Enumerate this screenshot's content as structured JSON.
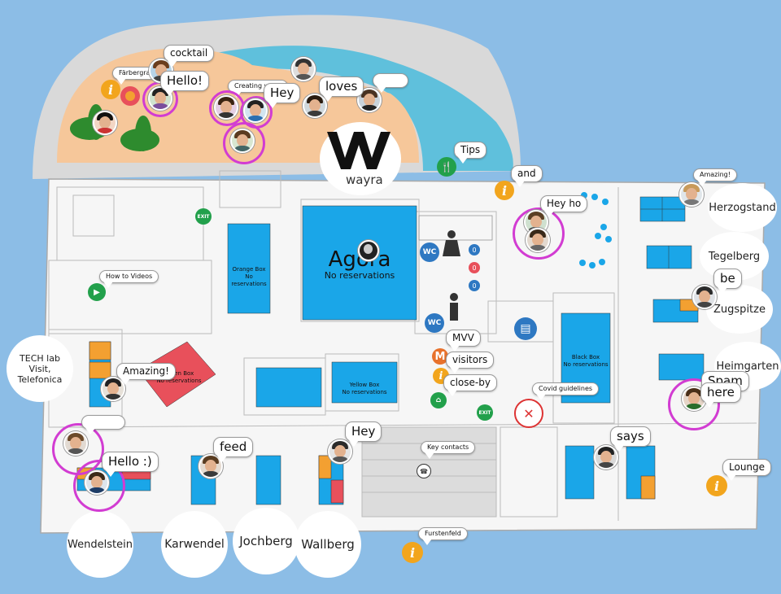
{
  "brand": {
    "logo_text": "wayra"
  },
  "colors": {
    "sea": "#8cbde6",
    "pool": "#5fc0dc",
    "beach": "#f6c79a",
    "floor": "#f6f6f6",
    "blue": "#1aa6e8",
    "orange": "#f3a031",
    "red": "#e8505b",
    "ring": "#d23cd2",
    "info": "#f2a51d",
    "green": "#22a04b"
  },
  "rooms": {
    "agora": {
      "name": "Agora",
      "status": "No reservations"
    },
    "orange_box": {
      "name": "Orange Box",
      "status": "No reservations"
    },
    "green_box": {
      "name": "Green Box",
      "status": "No reservations"
    },
    "yellow_box": {
      "name": "Yellow Box",
      "status": "No reservations"
    },
    "black_box": {
      "name": "Black Box",
      "status": "No reservations"
    }
  },
  "outer_rooms": {
    "herzogstand": "Herzogstand",
    "tegelberg": "Tegelberg",
    "zugspitze": "Zugspitze",
    "heimgarten": "Heimgarten",
    "lounge": "Lounge",
    "tech_lab": "TECH lab Visit, Telefonica",
    "wendelstein": "Wendelstein",
    "karwendel": "Karwendel",
    "jochberg": "Jochberg",
    "wallberg": "Wallberg",
    "fuerstenfeld": "Furstenfeld"
  },
  "info_points": {
    "tips": "Tips",
    "how_to": "How to Videos",
    "key_contacts": "Key contacts",
    "covid": "Covid guidelines",
    "mvv": "MVV",
    "visitors": "visitors",
    "close_by": "close-by",
    "faerberg": "Färbergraben",
    "creating": "Creating wave"
  },
  "badges": {
    "wc": "WC",
    "info": "i",
    "exit": "EXIT",
    "mvv_letter": "M",
    "counts": [
      "0",
      "0",
      "0"
    ]
  },
  "messages": {
    "cocktail": "cocktail",
    "hello": "Hello!",
    "hey_beach": "Hey",
    "loves": "loves",
    "and": "and",
    "hey_ho": "Hey ho",
    "amazing_right": "Amazing!",
    "be": "be",
    "spam": "Spam",
    "here": "here",
    "amazing_left": "Amazing!",
    "hello_smile": "Hello :)",
    "feed": "feed",
    "hey_desk": "Hey",
    "says": "says"
  }
}
